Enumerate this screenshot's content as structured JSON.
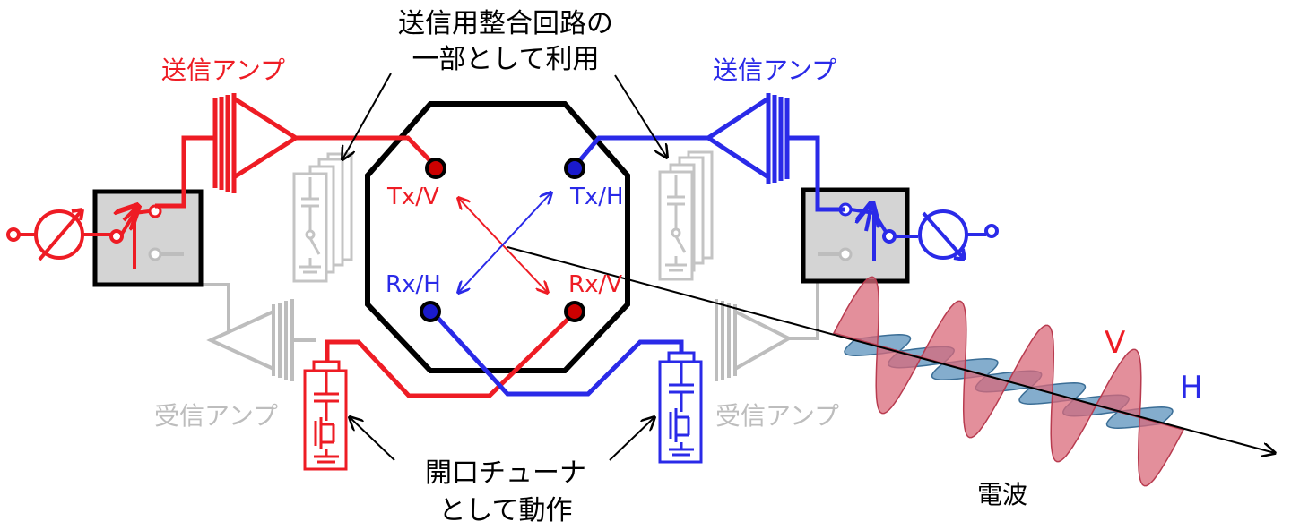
{
  "labels": {
    "top_note_line1": "送信用整合回路の",
    "top_note_line2": "一部として利用",
    "tx_amp_left": "送信アンプ",
    "tx_amp_right": "送信アンプ",
    "rx_amp_left": "受信アンプ",
    "rx_amp_right": "受信アンプ",
    "port_tx_v": "Tx/V",
    "port_tx_h": "Tx/H",
    "port_rx_h": "Rx/H",
    "port_rx_v": "Rx/V",
    "tuner_line1": "開口チューナ",
    "tuner_line2": "として動作",
    "wave_label": "電波",
    "pol_v": "V",
    "pol_h": "H"
  },
  "colors": {
    "red": "#ee1c24",
    "blue": "#2a2ae8",
    "gray": "#bdbdbd",
    "black": "#000000",
    "box_fill": "#d4d4d4",
    "wave_v": "#d96a7a",
    "wave_h": "#6f9fc4"
  }
}
